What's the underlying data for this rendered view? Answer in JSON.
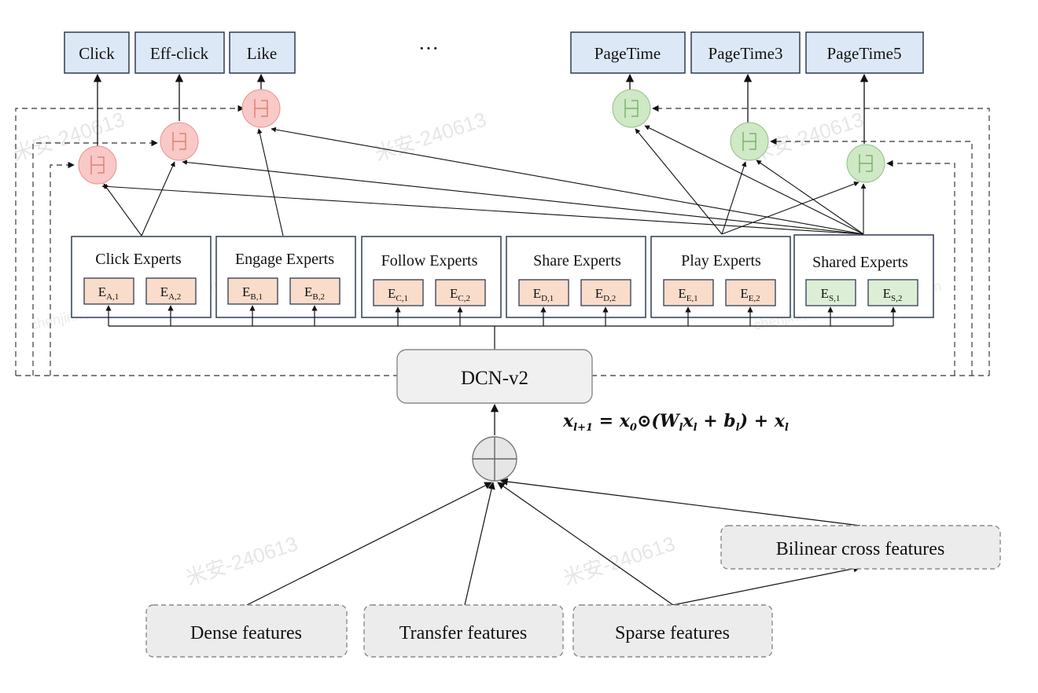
{
  "colors": {
    "task_box_fill": "#dde8f6",
    "task_box_stroke": "#2f3b52",
    "red_gate_fill": "#f8c9c6",
    "red_gate_stroke": "#e8928c",
    "green_gate_fill": "#cfe8c6",
    "green_gate_stroke": "#8fc27f",
    "expert_fill": "#fadccb",
    "shared_expert_fill": "#dcefd6",
    "group_stroke": "#2f3b52",
    "feature_fill": "#ececec",
    "dcn_fill": "#f0f0f0"
  },
  "tasks": {
    "left": [
      "Click",
      "Eff-click",
      "Like"
    ],
    "ellipsis": "···",
    "right": [
      "PageTime",
      "PageTime3",
      "PageTime5"
    ]
  },
  "expert_groups": [
    {
      "label": "Click Experts",
      "letter": "A",
      "experts": [
        {
          "main": "E",
          "sub": "A,1"
        },
        {
          "main": "E",
          "sub": "A,2"
        }
      ]
    },
    {
      "label": "Engage Experts",
      "letter": "B",
      "experts": [
        {
          "main": "E",
          "sub": "B,1"
        },
        {
          "main": "E",
          "sub": "B,2"
        }
      ]
    },
    {
      "label": "Follow Experts",
      "letter": "C",
      "experts": [
        {
          "main": "E",
          "sub": "C,1"
        },
        {
          "main": "E",
          "sub": "C,2"
        }
      ]
    },
    {
      "label": "Share Experts",
      "letter": "D",
      "experts": [
        {
          "main": "E",
          "sub": "D,1"
        },
        {
          "main": "E",
          "sub": "D,2"
        }
      ]
    },
    {
      "label": "Play Experts",
      "letter": "E",
      "experts": [
        {
          "main": "E",
          "sub": "E,1"
        },
        {
          "main": "E",
          "sub": "E,2"
        }
      ]
    },
    {
      "label": "Shared Experts",
      "letter": "S",
      "experts": [
        {
          "main": "E",
          "sub": "S,1"
        },
        {
          "main": "E",
          "sub": "S,2"
        }
      ]
    }
  ],
  "dcn_label": "DCN-v2",
  "formula": {
    "p1": "x",
    "p1_sub": "l+1",
    "p2": " = x",
    "p2_sub": "0",
    "p3": "⊙(W",
    "p3_sub": "l",
    "p4": "x",
    "p4_sub": "l",
    "p5": " + b",
    "p5_sub": "l",
    "p6": ") + x",
    "p6_sub": "l"
  },
  "features": {
    "dense": "Dense features",
    "transfer": "Transfer features",
    "sparse": "Sparse features",
    "bilinear": "Bilinear cross features"
  },
  "watermarks": {
    "tag": "米安-240613",
    "handle": "chenjinhong.xiaohongshu.com"
  }
}
